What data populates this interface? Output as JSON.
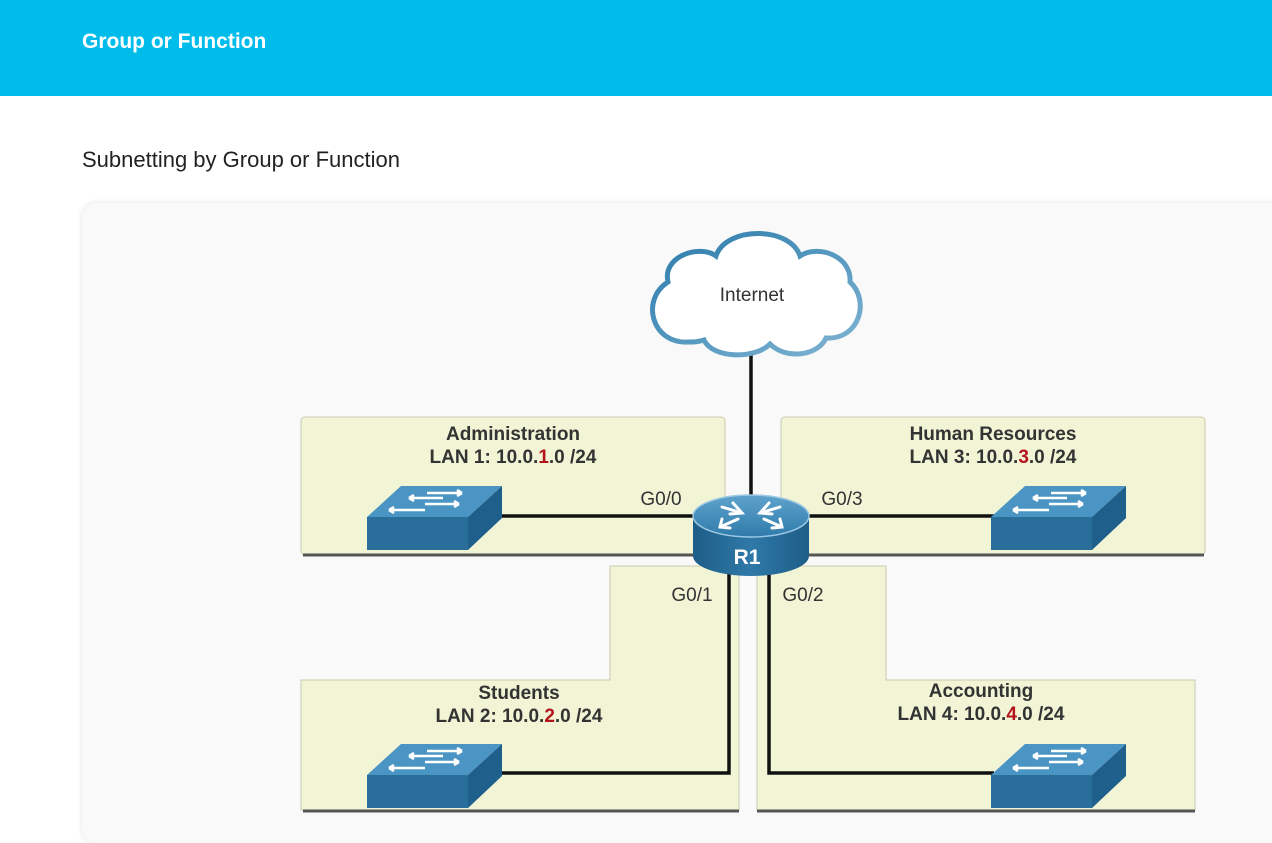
{
  "header": {
    "title": "Group or Function"
  },
  "page": {
    "subtitle": "Subnetting by Group or Function"
  },
  "diagram": {
    "internet_label": "Internet",
    "router_label": "R1",
    "lans": {
      "lan1": {
        "group": "Administration",
        "lan_prefix": "LAN 1: 10.0.",
        "lan_highlight": "1",
        "lan_suffix": ".0 /24"
      },
      "lan2": {
        "group": "Students",
        "lan_prefix": "LAN 2: 10.0.",
        "lan_highlight": "2",
        "lan_suffix": ".0 /24"
      },
      "lan3": {
        "group": "Human Resources",
        "lan_prefix": "LAN 3: 10.0.",
        "lan_highlight": "3",
        "lan_suffix": ".0 /24"
      },
      "lan4": {
        "group": "Accounting",
        "lan_prefix": "LAN 4: 10.0.",
        "lan_highlight": "4",
        "lan_suffix": ".0 /24"
      }
    },
    "ports": {
      "g00": "G0/0",
      "g01": "G0/1",
      "g02": "G0/2",
      "g03": "G0/3"
    },
    "colors": {
      "banner": "#00bceb",
      "lan_area": "#f2f4d6",
      "device_blue": "#2a6f9c",
      "highlight": "#b3131a"
    }
  }
}
